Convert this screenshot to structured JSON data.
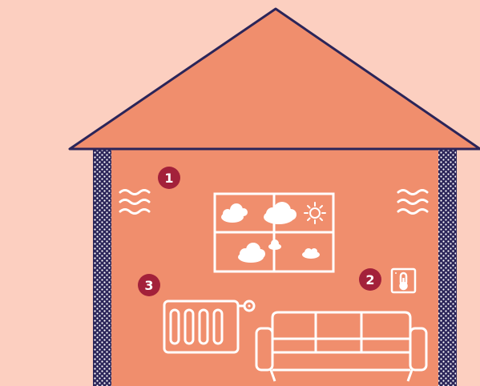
{
  "colors": {
    "background": "#fccfc0",
    "house": "#f08e6d",
    "outline": "#2b2559",
    "insulation": "#2b2559",
    "marker": "#a3213a",
    "line_art": "#ffffff"
  },
  "markers": [
    {
      "label": "1",
      "meaning": "draught-waves"
    },
    {
      "label": "2",
      "meaning": "thermostat"
    },
    {
      "label": "3",
      "meaning": "radiator"
    }
  ],
  "icons": [
    "window-icon",
    "sun-icon",
    "cloud-icon",
    "thermometer-icon",
    "radiator-icon",
    "sofa-icon",
    "wave-icon"
  ]
}
